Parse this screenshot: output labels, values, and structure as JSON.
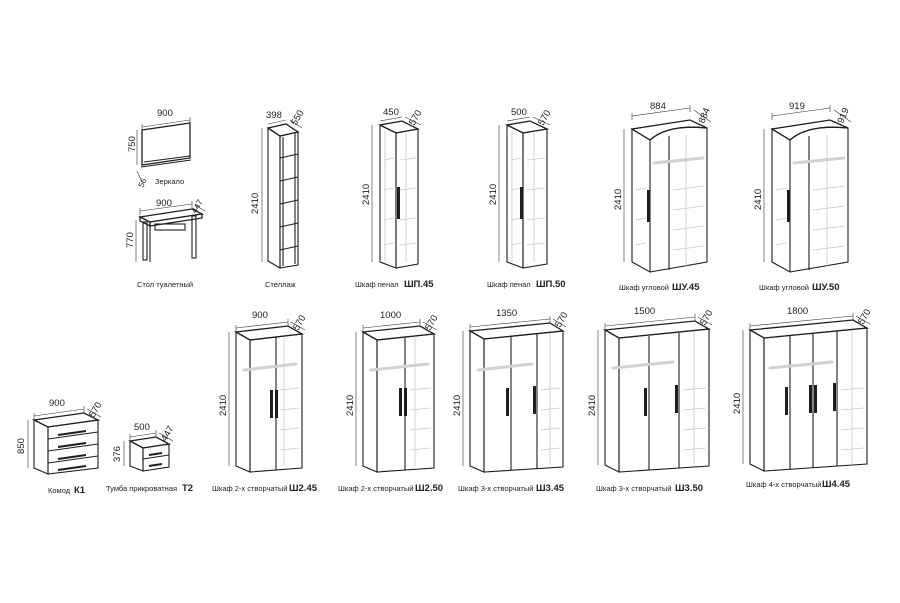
{
  "items": [
    {
      "id": "mirror",
      "dims": [
        "900",
        "750",
        "56"
      ],
      "caption": "Зеркало",
      "code": ""
    },
    {
      "id": "vanity-table",
      "dims": [
        "900",
        "447",
        "770"
      ],
      "caption": "Стол туалетный",
      "code": ""
    },
    {
      "id": "rack",
      "dims": [
        "398",
        "550",
        "2410"
      ],
      "caption": "Стеллаж",
      "code": ""
    },
    {
      "id": "shp45",
      "dims": [
        "450",
        "570",
        "2410"
      ],
      "caption": "Шкаф пенал",
      "code": "ШП.45"
    },
    {
      "id": "shp50",
      "dims": [
        "500",
        "570",
        "2410"
      ],
      "caption": "Шкаф пенал",
      "code": "ШП.50"
    },
    {
      "id": "shu45",
      "dims": [
        "884",
        "884",
        "2410"
      ],
      "caption": "Шкаф угловой",
      "code": "ШУ.45"
    },
    {
      "id": "shu50",
      "dims": [
        "919",
        "919",
        "2410"
      ],
      "caption": "Шкаф угловой",
      "code": "ШУ.50"
    },
    {
      "id": "sh245",
      "dims": [
        "900",
        "570",
        "2410"
      ],
      "caption": "Шкаф 2-х створчатый",
      "code": "Ш2.45"
    },
    {
      "id": "sh250",
      "dims": [
        "1000",
        "570",
        "2410"
      ],
      "caption": "Шкаф 2-х створчатый",
      "code": "Ш2.50"
    },
    {
      "id": "sh345",
      "dims": [
        "1350",
        "570",
        "2410"
      ],
      "caption": "Шкаф 3-х створчатый",
      "code": "Ш3.45"
    },
    {
      "id": "sh350",
      "dims": [
        "1500",
        "570",
        "2410"
      ],
      "caption": "Шкаф 3-х створчатый",
      "code": "Ш3.50"
    },
    {
      "id": "sh445",
      "dims": [
        "1800",
        "570",
        "2410"
      ],
      "caption": "Шкаф 4-х створчатый",
      "code": "Ш4.45"
    },
    {
      "id": "k1",
      "dims": [
        "900",
        "570",
        "850"
      ],
      "caption": "Комод",
      "code": "К1"
    },
    {
      "id": "t2",
      "dims": [
        "500",
        "447",
        "376"
      ],
      "caption": "Тумба прикроватная",
      "code": "Т2"
    }
  ]
}
